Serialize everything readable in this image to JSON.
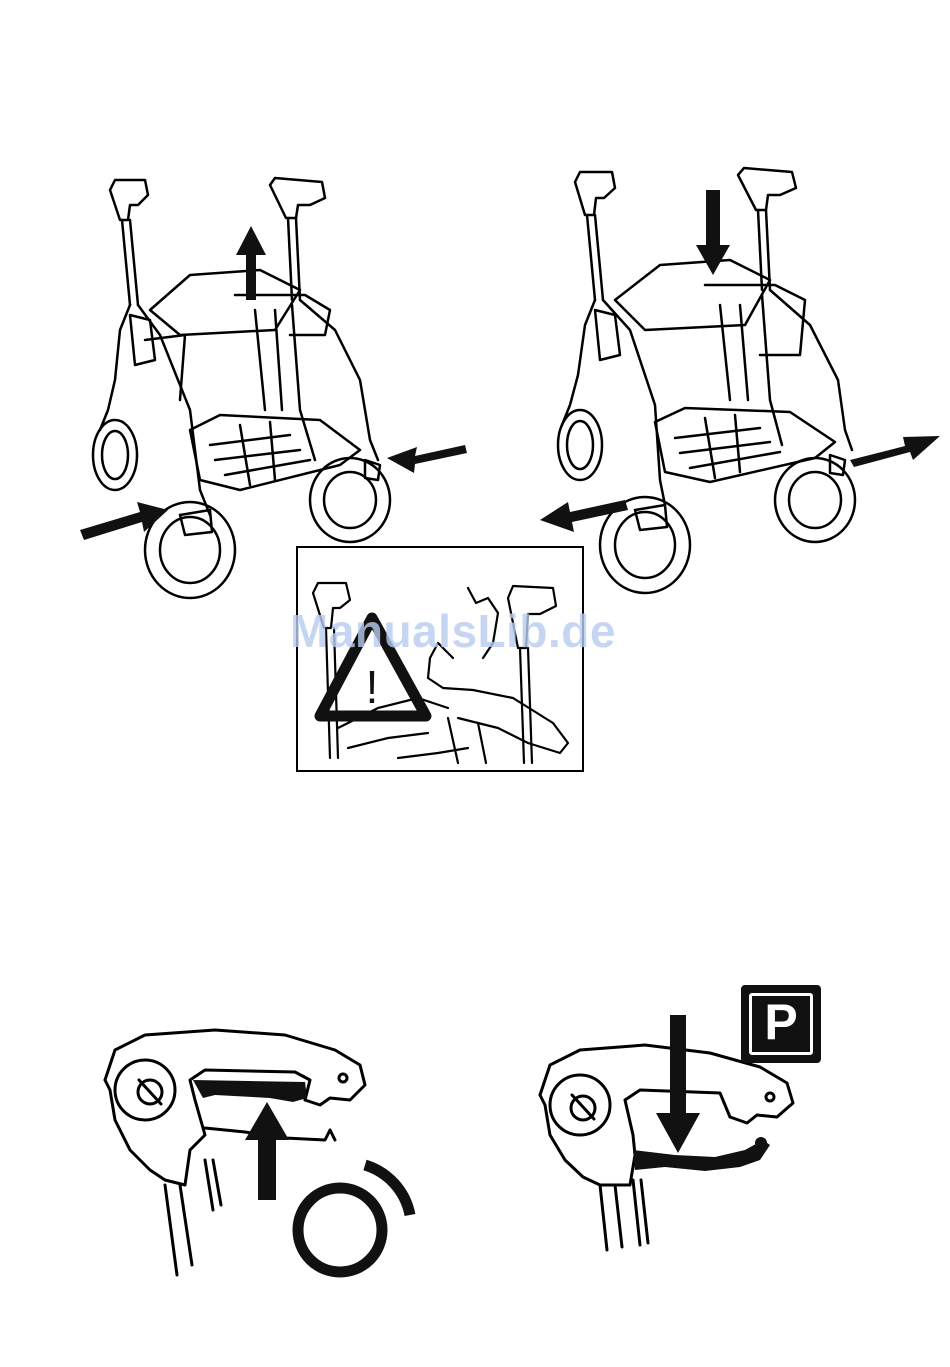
{
  "watermark": {
    "text": "ManualsLib.de"
  },
  "parking_sign": {
    "letter": "P",
    "color": "#111111"
  },
  "warning": {
    "symbol": "!",
    "icon": "warning-triangle-icon"
  },
  "figures": [
    {
      "id": "fold-up",
      "icon": "rollator-fold-icon"
    },
    {
      "id": "unfold",
      "icon": "rollator-unfold-icon"
    },
    {
      "id": "brake-release",
      "icon": "brake-handle-release-icon"
    },
    {
      "id": "brake-park",
      "icon": "brake-handle-park-icon"
    }
  ]
}
